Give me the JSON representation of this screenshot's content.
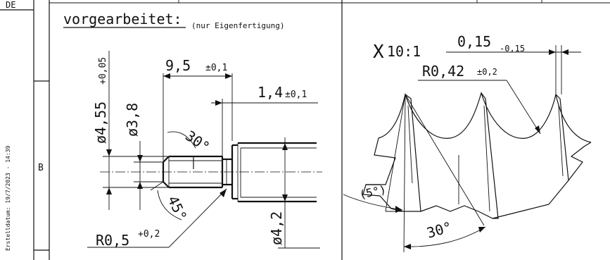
{
  "sheet": {
    "corner_label": "DE",
    "zone_label": "B",
    "created_label": "Erstelldatum: 19/7/2023 - 14:39"
  },
  "left_view": {
    "title": "vorgearbeitet:",
    "subtitle": "(nur Eigenfertigung)",
    "dims": {
      "d_outer": "ø4,55",
      "d_outer_tol": "+0,05",
      "d_inner": "ø3,8",
      "len": "9,5",
      "len_tol": "±0,1",
      "groove": "1,4",
      "groove_tol": "±0,1",
      "angle_30": "30°",
      "angle_45": "45°",
      "radius": "R0,5",
      "radius_tol": "+0,2",
      "d_shaft": "ø4,2"
    }
  },
  "detail_view": {
    "label": "X",
    "scale": "10:1",
    "width": "0,15",
    "width_tol": "-0,15",
    "radius": "R0,42",
    "radius_tol": "±0,2",
    "angle_5": "(5°)",
    "angle_30": "30°"
  }
}
